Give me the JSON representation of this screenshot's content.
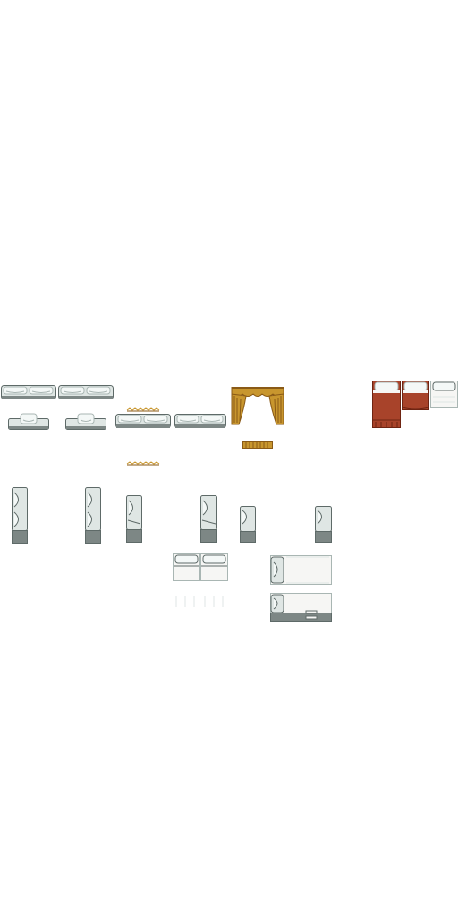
{
  "sheet": {
    "title": "",
    "background": "#ffffff"
  },
  "palette": {
    "sofa_body": "#dfe6e4",
    "sofa_light": "#f4f8f7",
    "sofa_shadow": "#a9b6b3",
    "sofa_outline": "#5e6a68",
    "sofa_base": "#7d8785",
    "curtain_gold": "#c8962e",
    "curtain_dark": "#8a5a16",
    "bed_red": "#a8432a",
    "bed_red_dark": "#6e2412",
    "sheet_white": "#f6f6f4"
  },
  "sprites": [
    {
      "name": "sofa-long-left",
      "kind": "sofa-h"
    },
    {
      "name": "sofa-long-right",
      "kind": "sofa-h"
    },
    {
      "name": "sofa-single-a",
      "kind": "sofa-1"
    },
    {
      "name": "sofa-single-b",
      "kind": "sofa-1"
    },
    {
      "name": "sofa-double-a",
      "kind": "sofa-h"
    },
    {
      "name": "sofa-double-b",
      "kind": "sofa-h"
    },
    {
      "name": "fringe-trim-top",
      "kind": "trim"
    },
    {
      "name": "fringe-trim-bottom",
      "kind": "trim"
    },
    {
      "name": "stage-curtain",
      "kind": "curtain"
    },
    {
      "name": "curtain-valance",
      "kind": "valance"
    },
    {
      "name": "bed-red-double",
      "kind": "bed"
    },
    {
      "name": "bed-red-single",
      "kind": "bed"
    },
    {
      "name": "bed-white-single",
      "kind": "bed"
    },
    {
      "name": "sofa-side-tall-a",
      "kind": "sofa-v"
    },
    {
      "name": "sofa-side-tall-b",
      "kind": "sofa-v"
    },
    {
      "name": "sofa-side-short-a",
      "kind": "sofa-v"
    },
    {
      "name": "sofa-side-short-b",
      "kind": "sofa-v"
    },
    {
      "name": "sofa-side-short-c",
      "kind": "sofa-v"
    },
    {
      "name": "sofa-side-short-d",
      "kind": "sofa-v"
    },
    {
      "name": "bed-pair-top",
      "kind": "bed"
    },
    {
      "name": "bed-long-side",
      "kind": "bed-side"
    },
    {
      "name": "bed-long-side-b",
      "kind": "bed-side"
    }
  ]
}
